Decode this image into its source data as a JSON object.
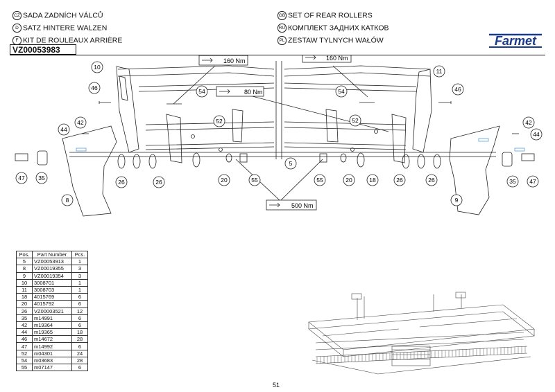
{
  "header": {
    "left": [
      {
        "code": "CZ",
        "text": "SADA ZADNÍCH VÁLCŮ"
      },
      {
        "code": "D",
        "text": "SATZ HINTERE WALZEN"
      },
      {
        "code": "F",
        "text": "KIT DE ROULEAUX ARRIÈRE"
      }
    ],
    "right": [
      {
        "code": "GB",
        "text": "SET OF REAR ROLLERS"
      },
      {
        "code": "RU",
        "text": "КОМПЛЕКТ ЗАДНИХ КАТКОВ"
      },
      {
        "code": "PL",
        "text": "ZESTAW TYLNYCH WAŁÓW"
      }
    ],
    "logo": "Farmet",
    "doc_id": "VZ00053983"
  },
  "drawing": {
    "torques": [
      "160 Nm",
      "160 Nm",
      "80 Nm",
      "500 Nm"
    ],
    "callouts": [
      "10",
      "46",
      "54",
      "52",
      "42",
      "44",
      "47",
      "35",
      "26",
      "26",
      "8",
      "20",
      "55",
      "5",
      "55",
      "20",
      "18",
      "26",
      "26",
      "9",
      "35",
      "47",
      "44",
      "42",
      "46",
      "11",
      "54",
      "52"
    ]
  },
  "table": {
    "headers": [
      "Pos.",
      "Part Number",
      "Pcs."
    ],
    "rows": [
      [
        "5",
        "VZ00053913",
        "1"
      ],
      [
        "8",
        "VZ00019355",
        "3"
      ],
      [
        "9",
        "VZ00019354",
        "3"
      ],
      [
        "10",
        "3008701",
        "1"
      ],
      [
        "11",
        "3008703",
        "1"
      ],
      [
        "18",
        "4015769",
        "6"
      ],
      [
        "20",
        "4015792",
        "6"
      ],
      [
        "26",
        "VZ00003521",
        "12"
      ],
      [
        "35",
        "m14991",
        "6"
      ],
      [
        "42",
        "m19364",
        "6"
      ],
      [
        "44",
        "m19365",
        "18"
      ],
      [
        "46",
        "m14672",
        "28"
      ],
      [
        "47",
        "m14992",
        "6"
      ],
      [
        "52",
        "m04301",
        "24"
      ],
      [
        "54",
        "m03683",
        "28"
      ],
      [
        "55",
        "m07147",
        "6"
      ]
    ]
  },
  "page_number": "51"
}
